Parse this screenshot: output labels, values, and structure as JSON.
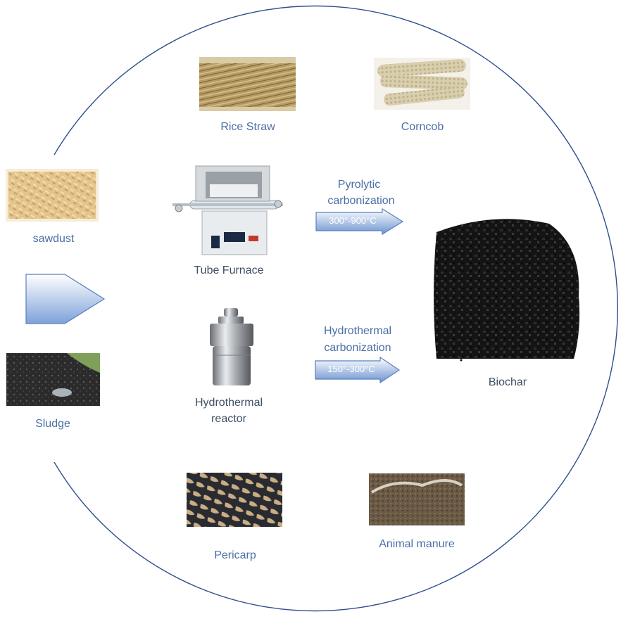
{
  "feedstocks": {
    "rice_straw": "Rice Straw",
    "corncob": "Corncob",
    "sawdust": "sawdust",
    "sludge": "Sludge",
    "pericarp": "Pericarp",
    "animal_manure": "Animal manure"
  },
  "equipment": {
    "tube_furnace": "Tube Furnace",
    "hydrothermal_reactor_line1": "Hydrothermal",
    "hydrothermal_reactor_line2": "reactor"
  },
  "processes": {
    "pyrolytic_line1": "Pyrolytic",
    "pyrolytic_line2": "carbonization",
    "pyrolytic_temp": "300°-900°C",
    "hydrothermal_line1": "Hydrothermal",
    "hydrothermal_line2": "carbonization",
    "hydrothermal_temp": "150°-300°C"
  },
  "product": {
    "biochar": "Biochar"
  },
  "colors": {
    "circle_stroke": "#2f4f8f",
    "label_text": "#4a6fa5",
    "arrow_fill_light": "#ffffff",
    "arrow_fill_dark": "#6d93d1",
    "arrow_stroke": "#5b7fbf"
  },
  "icons": {
    "rice_straw": "straw-bundle-image",
    "corncob": "corncob-image",
    "sawdust": "sawdust-image",
    "sludge": "sludge-image",
    "pericarp": "pericarp-image",
    "animal_manure": "manure-image",
    "tube_furnace": "tube-furnace-image",
    "hydrothermal_reactor": "autoclave-image",
    "biochar": "biochar-pile-image"
  }
}
